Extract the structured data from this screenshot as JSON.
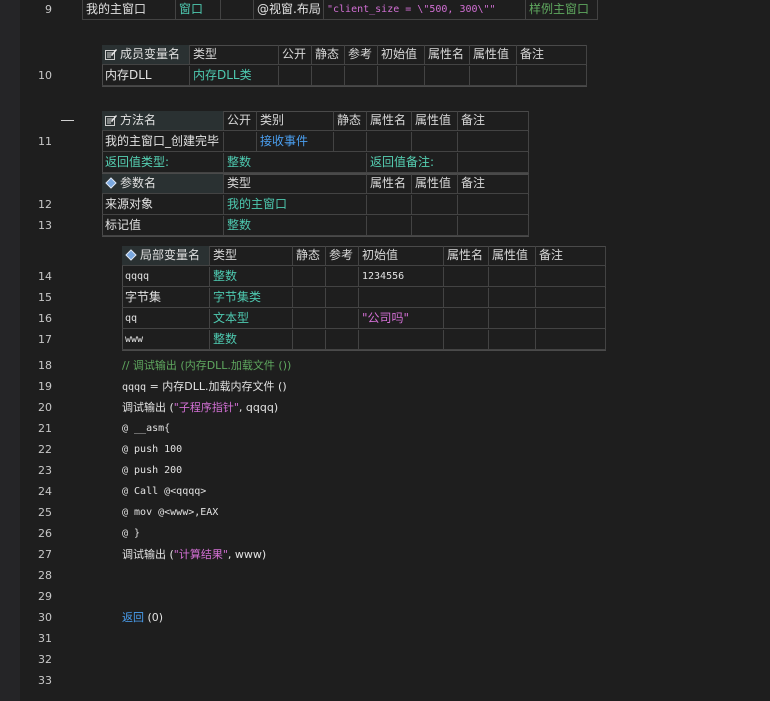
{
  "line_numbers": [
    "9",
    "10",
    "11",
    "12",
    "13",
    "14",
    "15",
    "16",
    "17",
    "18",
    "19",
    "20",
    "21",
    "22",
    "23",
    "24",
    "25",
    "26",
    "27",
    "28",
    "29",
    "30",
    "31",
    "32",
    "33"
  ],
  "row9": {
    "name": "我的主窗口",
    "type": "窗口",
    "prop": "@视窗.布局",
    "value": "\"client_size = \\\"500, 300\\\"\"",
    "note": "样例主窗口"
  },
  "member_table": {
    "headers": [
      "成员变量名",
      "类型",
      "公开",
      "静态",
      "参考",
      "初始值",
      "属性名",
      "属性值",
      "备注"
    ],
    "rows": [
      [
        "内存DLL",
        "内存DLL类"
      ]
    ]
  },
  "method_table": {
    "headers": [
      "方法名",
      "公开",
      "类别",
      "静态",
      "属性名",
      "属性值",
      "备注"
    ],
    "method": {
      "name": "我的主窗口_创建完毕",
      "category": "接收事件"
    },
    "return_label": "返回值类型:",
    "return_type": "整数",
    "return_note_label": "返回值备注:",
    "param_headers": [
      "参数名",
      "类型",
      "属性名",
      "属性值",
      "备注"
    ],
    "params": [
      [
        "来源对象",
        "我的主窗口"
      ],
      [
        "标记值",
        "整数"
      ]
    ]
  },
  "local_table": {
    "headers": [
      "局部变量名",
      "类型",
      "静态",
      "参考",
      "初始值",
      "属性名",
      "属性值",
      "备注"
    ],
    "rows": [
      [
        "qqqq",
        "整数",
        "1234556"
      ],
      [
        "字节集",
        "字节集类",
        ""
      ],
      [
        "qq",
        "文本型",
        "\"公司吗\""
      ],
      [
        "www",
        "整数",
        ""
      ]
    ]
  },
  "code": {
    "l18": "// 调试输出 (内存DLL.加载文件 ())",
    "l19a": "qqqq",
    "l19b": " = 内存DLL.加载内存文件 ()",
    "l20a": "调试输出 (",
    "l20b": "\"子程序指针\"",
    "l20c": ", qqqq)",
    "l21": "@ __asm{",
    "l22": "@ push 100",
    "l23": "@ push 200",
    "l24": "@ Call @<qqqq>",
    "l25": "@ mov @<www>,EAX",
    "l26": "@ }",
    "l27a": "调试输出 (",
    "l27b": "\"计算结果\"",
    "l27c": ", www)",
    "l30a": "返回",
    "l30b": " (0)"
  }
}
